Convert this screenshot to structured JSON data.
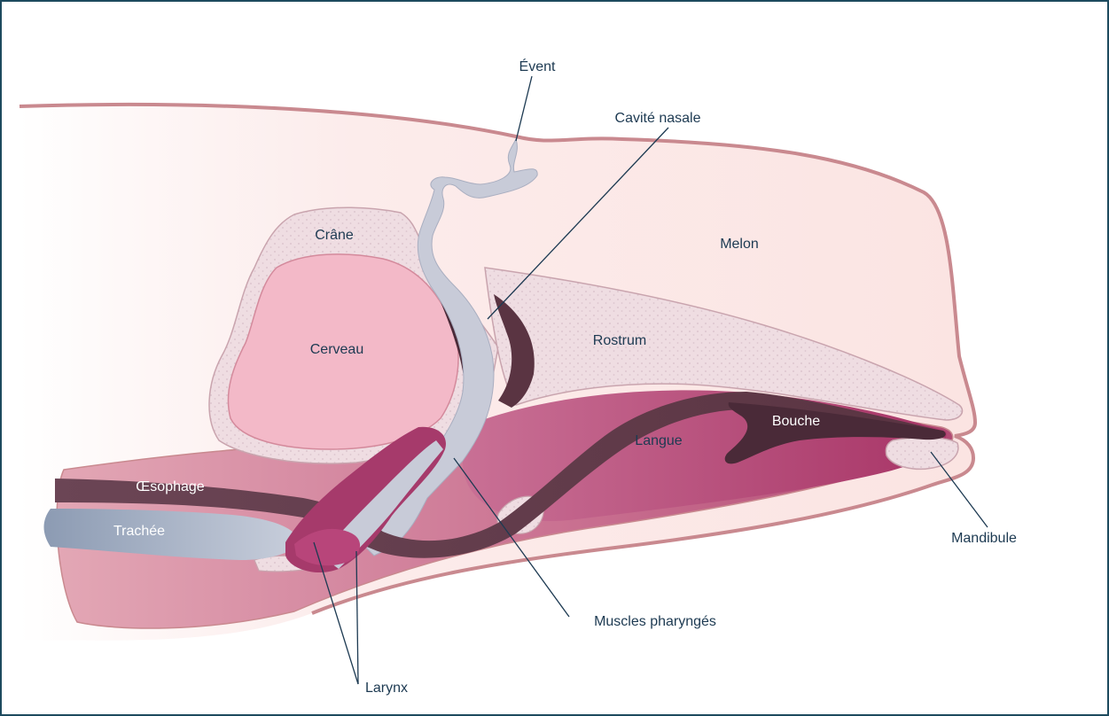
{
  "labels": {
    "event": "Évent",
    "nasal_cavity": "Cavité nasale",
    "skull": "Crâne",
    "melon": "Melon",
    "brain": "Cerveau",
    "rostrum": "Rostrum",
    "mouth": "Bouche",
    "tongue": "Langue",
    "esophagus": "Œsophage",
    "trachea": "Trachée",
    "mandible": "Mandibule",
    "pharyngeal_muscles": "Muscles pharyngés",
    "larynx": "Larynx"
  },
  "colors": {
    "frame_border": "#1d4a5e",
    "label_text": "#1d3a52",
    "head_outline": "#c9898f",
    "melon_fill": "#fbe4e2",
    "bone_fill": "#efdde2",
    "brain_fill": "#f3b9c8",
    "tongue_fill": "#c0587e",
    "mouth_fill": "#5a3442",
    "airway_fill": "#c8cbd8",
    "trachea_fill": "#a8b3c6",
    "larynx_fill": "#a63a6b"
  }
}
